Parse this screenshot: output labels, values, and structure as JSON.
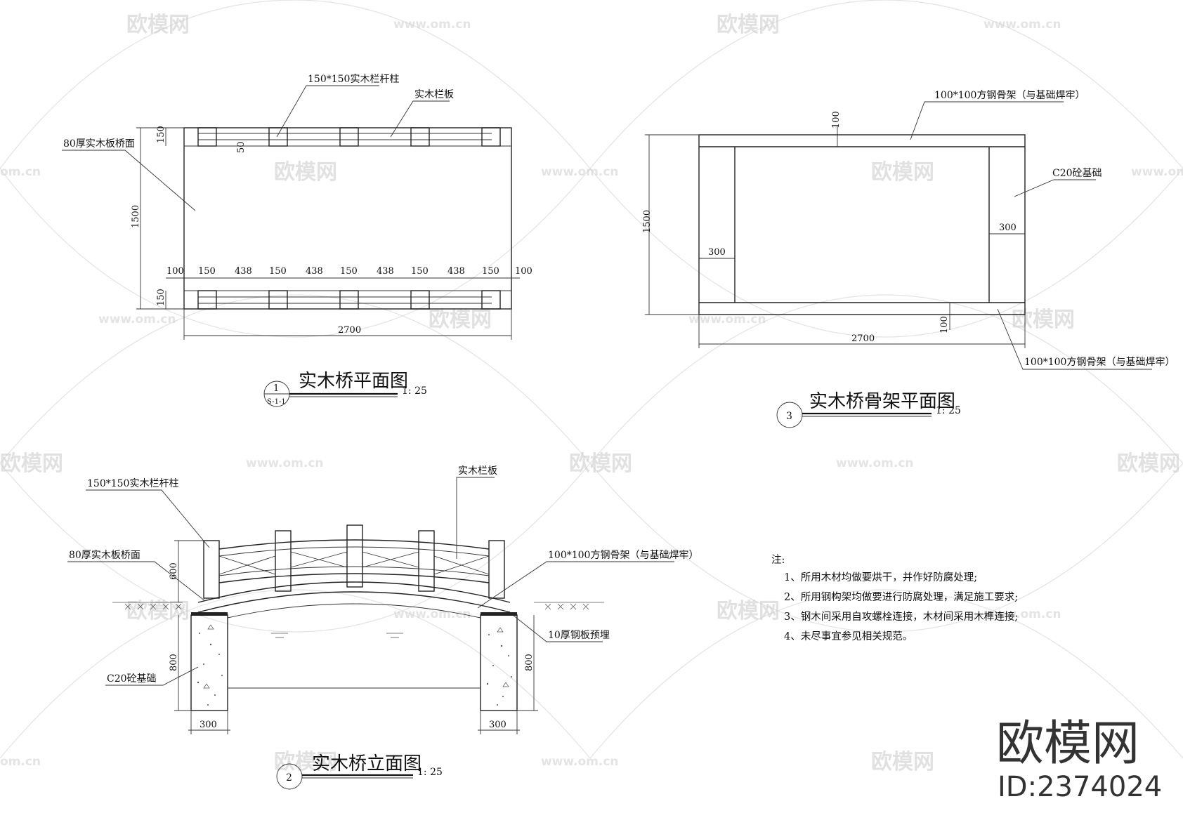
{
  "views": {
    "plan": {
      "labels": {
        "post": "150*150实木栏杆柱",
        "railing": "实木栏板",
        "deck": "80厚实木板桥面"
      },
      "dims": {
        "d150_top": "150",
        "d50": "50",
        "d1500": "1500",
        "d150_bot": "150",
        "d2700": "2700",
        "row": [
          "100",
          "150",
          "438",
          "150",
          "438",
          "150",
          "438",
          "150",
          "438",
          "150",
          "100"
        ]
      },
      "title": "实木桥平面图",
      "callout_num": "1",
      "callout_sheet": "S-1-1",
      "scale": "1: 25"
    },
    "frame": {
      "labels": {
        "steel_top": "100*100方钢骨架（与基础焊牢）",
        "foundation": "C20砼基础",
        "steel_bot": "100*100方钢骨架（与基础焊牢）"
      },
      "dims": {
        "d100_top": "100",
        "d1500": "1500",
        "d300_left": "300",
        "d300_right": "300",
        "d100_bot": "100",
        "d2700": "2700"
      },
      "title": "实木桥骨架平面图",
      "callout_num": "3",
      "scale": "1: 25"
    },
    "elevation": {
      "labels": {
        "railing": "实木栏板",
        "post": "150*150实木栏杆柱",
        "deck": "80厚实木板桥面",
        "steel": "100*100方钢骨架（与基础焊牢）",
        "plate": "10厚钢板预埋",
        "foundation": "C20砼基础"
      },
      "dims": {
        "d600": "600",
        "d800_left": "800",
        "d800_right": "800",
        "d300_left": "300",
        "d300_right": "300"
      },
      "title": "实木桥立面图",
      "callout_num": "2",
      "scale": "1: 25"
    }
  },
  "notes": {
    "heading": "注:",
    "items": [
      "1、所用木材均做要烘干，并作好防腐处理;",
      "2、所用钢构架均做要进行防腐处理，满足施工要求;",
      "3、钢木间采用自攻螺栓连接，木材间采用木榫连接;",
      "4、未尽事宜参见相关规范。"
    ]
  },
  "watermark": {
    "brand": "欧模网",
    "url": "www.om.cn",
    "url_short": "om.cn",
    "id": "ID:2374024"
  }
}
